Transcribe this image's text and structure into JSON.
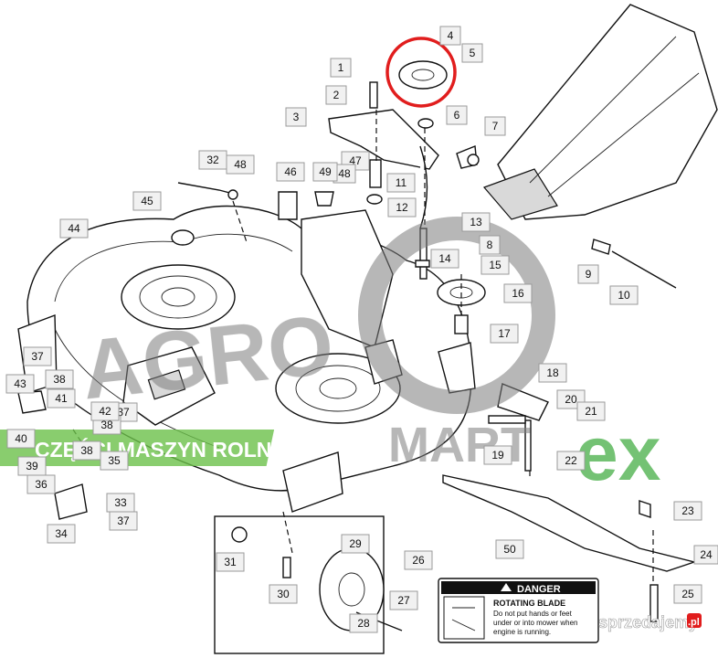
{
  "callouts": [
    {
      "n": "1"
    },
    {
      "n": "2"
    },
    {
      "n": "3"
    },
    {
      "n": "4"
    },
    {
      "n": "5"
    },
    {
      "n": "6"
    },
    {
      "n": "7"
    },
    {
      "n": "8"
    },
    {
      "n": "9"
    },
    {
      "n": "10"
    },
    {
      "n": "11"
    },
    {
      "n": "12"
    },
    {
      "n": "13"
    },
    {
      "n": "14"
    },
    {
      "n": "15"
    },
    {
      "n": "16"
    },
    {
      "n": "17"
    },
    {
      "n": "18"
    },
    {
      "n": "19"
    },
    {
      "n": "20"
    },
    {
      "n": "21"
    },
    {
      "n": "22"
    },
    {
      "n": "23"
    },
    {
      "n": "24"
    },
    {
      "n": "25"
    },
    {
      "n": "26"
    },
    {
      "n": "27"
    },
    {
      "n": "28"
    },
    {
      "n": "29"
    },
    {
      "n": "30"
    },
    {
      "n": "31"
    },
    {
      "n": "32"
    },
    {
      "n": "33"
    },
    {
      "n": "34"
    },
    {
      "n": "35"
    },
    {
      "n": "36"
    },
    {
      "n": "37"
    },
    {
      "n": "37"
    },
    {
      "n": "37"
    },
    {
      "n": "38"
    },
    {
      "n": "38"
    },
    {
      "n": "38"
    },
    {
      "n": "39"
    },
    {
      "n": "40"
    },
    {
      "n": "41"
    },
    {
      "n": "42"
    },
    {
      "n": "43"
    },
    {
      "n": "44"
    },
    {
      "n": "45"
    },
    {
      "n": "46"
    },
    {
      "n": "47"
    },
    {
      "n": "48"
    },
    {
      "n": "48"
    },
    {
      "n": "49"
    },
    {
      "n": "50"
    }
  ],
  "highlight": {
    "part": "5",
    "color": "#e11d1d"
  },
  "danger_label": {
    "header": "DANGER",
    "title": "ROTATING BLADE",
    "lines": [
      "Do not put hands or feet",
      "under or into mower when",
      "engine is running."
    ]
  },
  "watermark": {
    "left_text": "AGRO",
    "right_text": "MART",
    "ex_text": "ex",
    "banner": "CZĘŚCI MASZYN ROLNICZE",
    "colors": {
      "gray": "#7d7d7d",
      "green": "#5cb85c",
      "banner_bg": "#6cc04a"
    }
  },
  "footer_brand": {
    "name": "sprzedajemy",
    "suffix": ".pl"
  }
}
